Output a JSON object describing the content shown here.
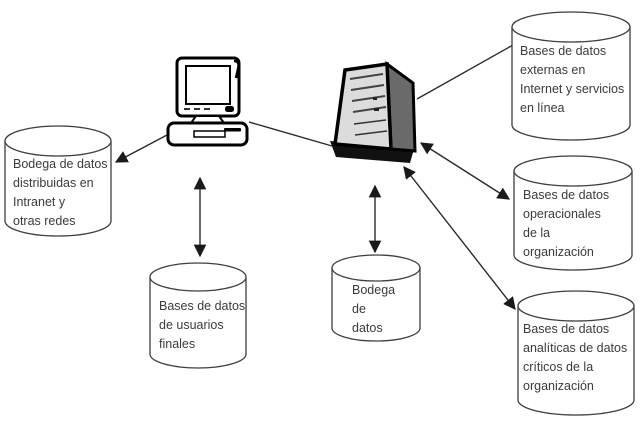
{
  "diagram": {
    "kind": "data-warehouse-architecture-diagram",
    "colors": {
      "background": "#ffffff",
      "stroke": "#3f3f3f",
      "text": "#3b3b3b",
      "arrow": "#1a1a1a",
      "server_front": "#dcdcdc",
      "server_side": "#6a6a6a"
    },
    "nodes": {
      "distributed_warehouse": {
        "shape": "cylinder",
        "label": "Bodega de datos\ndistribuidas en\nIntranet y\notras redes"
      },
      "end_user_databases": {
        "shape": "cylinder",
        "label": "Bases de datos\nde usuarios\nfinales"
      },
      "data_warehouse": {
        "shape": "cylinder",
        "label": "Bodega\nde\ndatos"
      },
      "external_databases": {
        "shape": "cylinder",
        "label": "Bases de datos\nexternas en\nInternet y servicios\nen línea"
      },
      "operational_databases": {
        "shape": "cylinder",
        "label": "Bases de datos\noperacionales\nde la\norganización"
      },
      "analytical_databases": {
        "shape": "cylinder",
        "label": "Bases de datos\nanalíticas de datos\ncríticos de la\norganización"
      },
      "workstation": {
        "shape": "icon",
        "icon": "desktop-computer-icon"
      },
      "server": {
        "shape": "icon",
        "icon": "server-tower-icon"
      }
    },
    "connections": [
      {
        "from": "workstation",
        "to": "distributed_warehouse",
        "arrows": "end"
      },
      {
        "from": "workstation",
        "to": "end_user_databases",
        "arrows": "both"
      },
      {
        "from": "workstation",
        "to": "server",
        "arrows": "none"
      },
      {
        "from": "server",
        "to": "external_databases",
        "arrows": "none"
      },
      {
        "from": "server",
        "to": "data_warehouse",
        "arrows": "both"
      },
      {
        "from": "server",
        "to": "operational_databases",
        "arrows": "both"
      },
      {
        "from": "server",
        "to": "analytical_databases",
        "arrows": "both"
      }
    ]
  }
}
